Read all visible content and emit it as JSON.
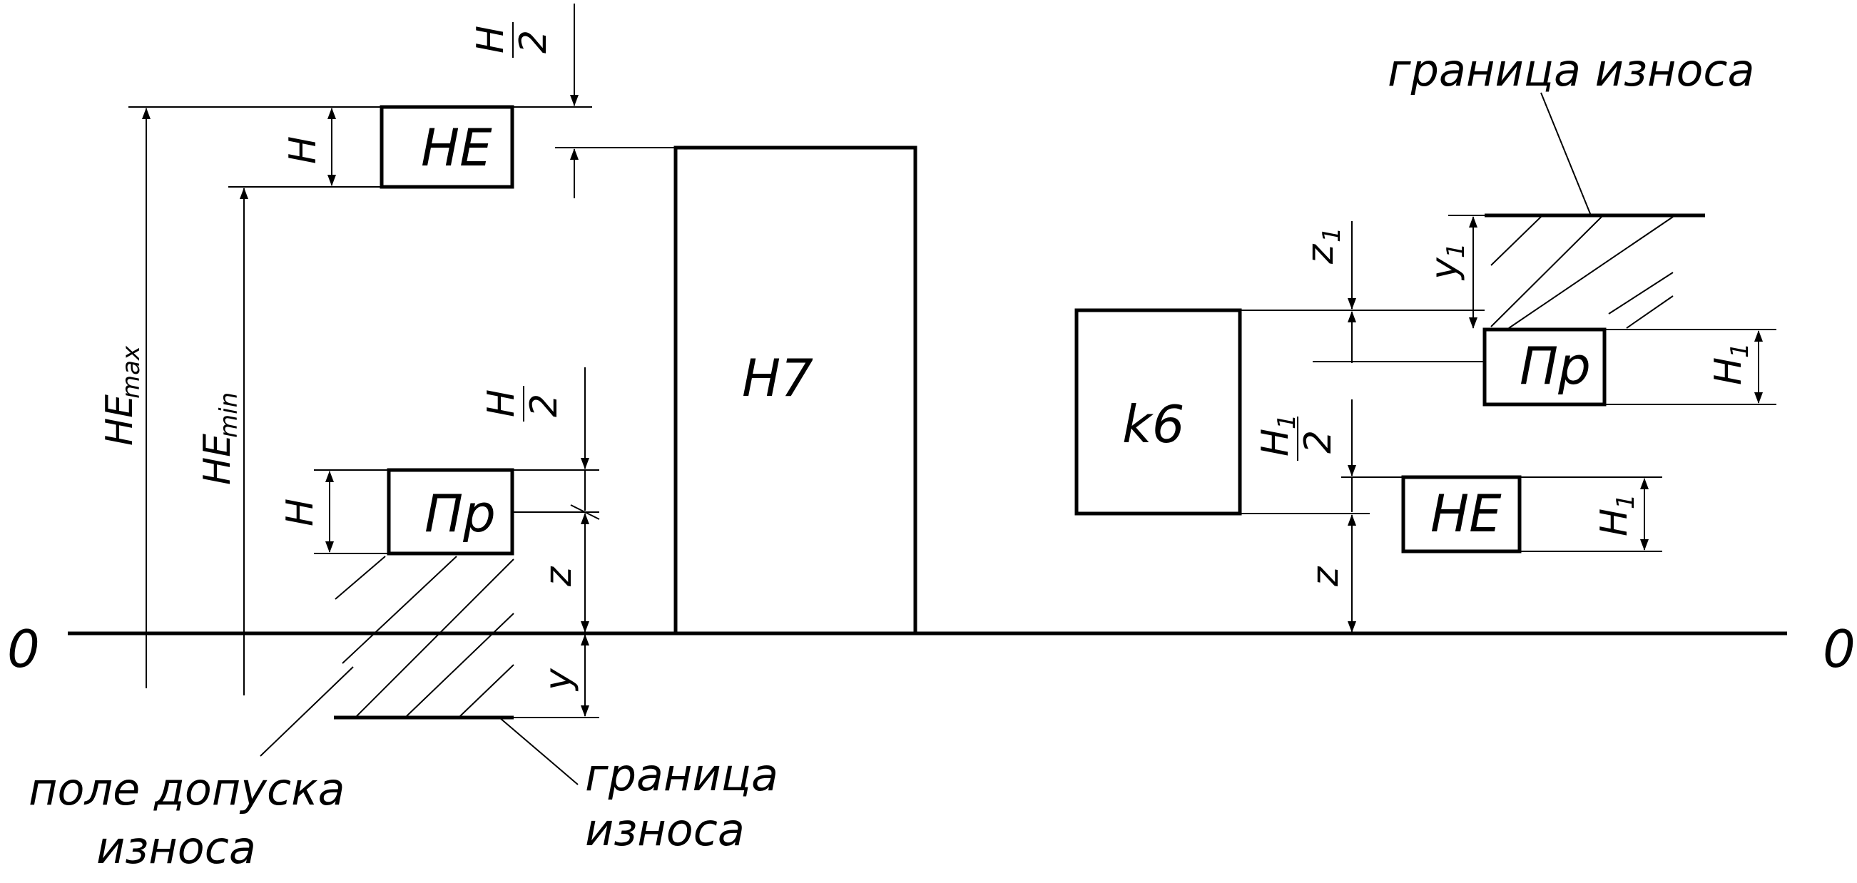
{
  "zero_line": {
    "left_label": "0",
    "right_label": "0"
  },
  "hole": {
    "label": "H7"
  },
  "shaft": {
    "label": "k6"
  },
  "gauges": {
    "ne_left": "НЕ",
    "pr_left": "Пр",
    "pr_right": "Пр",
    "ne_right": "НЕ"
  },
  "dimensions": {
    "h": "H",
    "h_half_num": "H",
    "h_half_den": "2",
    "h1": "H",
    "h1_sub": "1",
    "h1_half_num": "H",
    "h1_half_sub": "1",
    "h1_half_den": "2",
    "z": "z",
    "z1": "z",
    "z1_sub": "1",
    "y": "y",
    "y1": "y",
    "y1_sub": "1",
    "he_max": "HE",
    "he_max_sub": "max",
    "he_min": "HE",
    "he_min_sub": "min"
  },
  "annotations": {
    "wear_limit_top": "граница износа",
    "wear_limit_bottom_1": "граница",
    "wear_limit_bottom_2": "износа",
    "wear_field_1": "поле допуска",
    "wear_field_2": "износа"
  }
}
